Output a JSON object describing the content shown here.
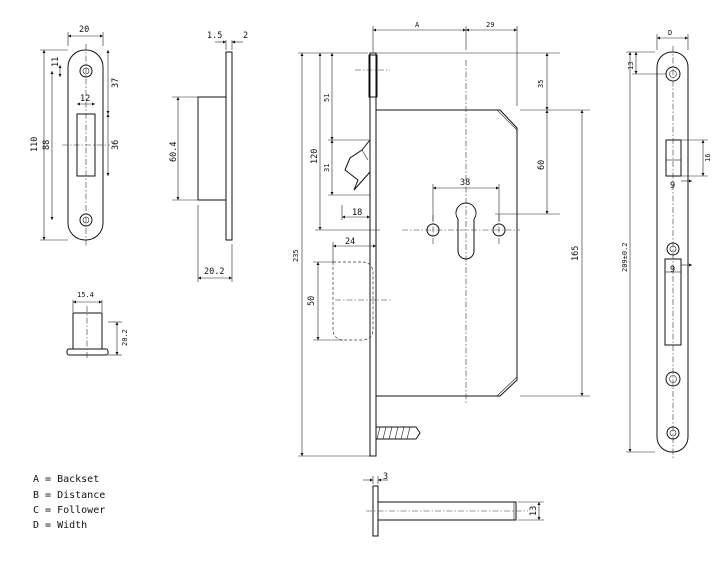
{
  "strike_plate": {
    "dim_width": "20",
    "dim_hole_dia": "11",
    "dim_hole_offset": "37",
    "dim_slot_width": "12",
    "dim_height": "110",
    "dim_hole_spacing": "88",
    "dim_slot_height": "36"
  },
  "strike_side": {
    "dim_thickness": "1.5",
    "dim_lip": "2",
    "dim_height": "60.4",
    "dim_depth": "20.2"
  },
  "bolt_piece": {
    "dim_width": "15.4",
    "dim_height": "20.2"
  },
  "lock_body": {
    "dim_backset": "A",
    "dim_29": "29",
    "dim_35": "35",
    "dim_51": "51",
    "dim_120": "120",
    "dim_31": "31",
    "dim_60": "60",
    "dim_38": "38",
    "dim_18": "18",
    "dim_235": "235",
    "dim_165": "165",
    "dim_24": "24",
    "dim_50": "50"
  },
  "spindle": {
    "dim_thickness": "3",
    "dim_height": "13"
  },
  "faceplate": {
    "dim_width": "D",
    "dim_13": "13",
    "dim_16": "16",
    "dim_9a": "9",
    "dim_9b": "9",
    "dim_length": "209±0.2"
  },
  "legend": [
    "A = Backset",
    "B = Distance",
    "C = Follower",
    "D = Width"
  ]
}
